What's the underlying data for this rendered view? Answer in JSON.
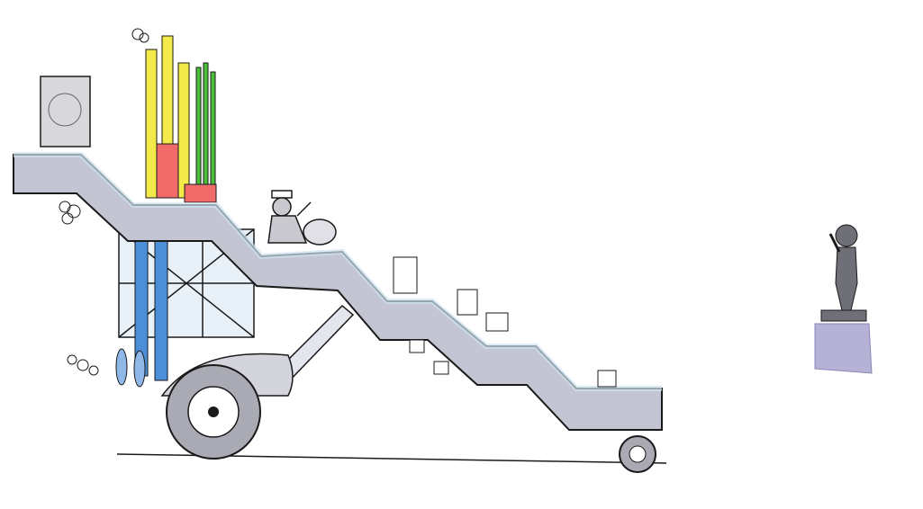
{
  "illustration": {
    "colors": {
      "background": "#ffffff",
      "ink": "#1a1a1a",
      "stair_wash": "#b9bcc8",
      "stair_highlight": "#cfe3f0",
      "pipe_blue": "#4a8fd8",
      "pipe_yellow": "#f3ea4a",
      "pipe_red": "#f06a6a",
      "pipe_green": "#4cbf3a",
      "wheel_grey": "#a9aab4",
      "statue_purple": "#8a86b8"
    },
    "icons": [
      "stair-vehicle",
      "driver-figure",
      "statue-figure"
    ]
  }
}
